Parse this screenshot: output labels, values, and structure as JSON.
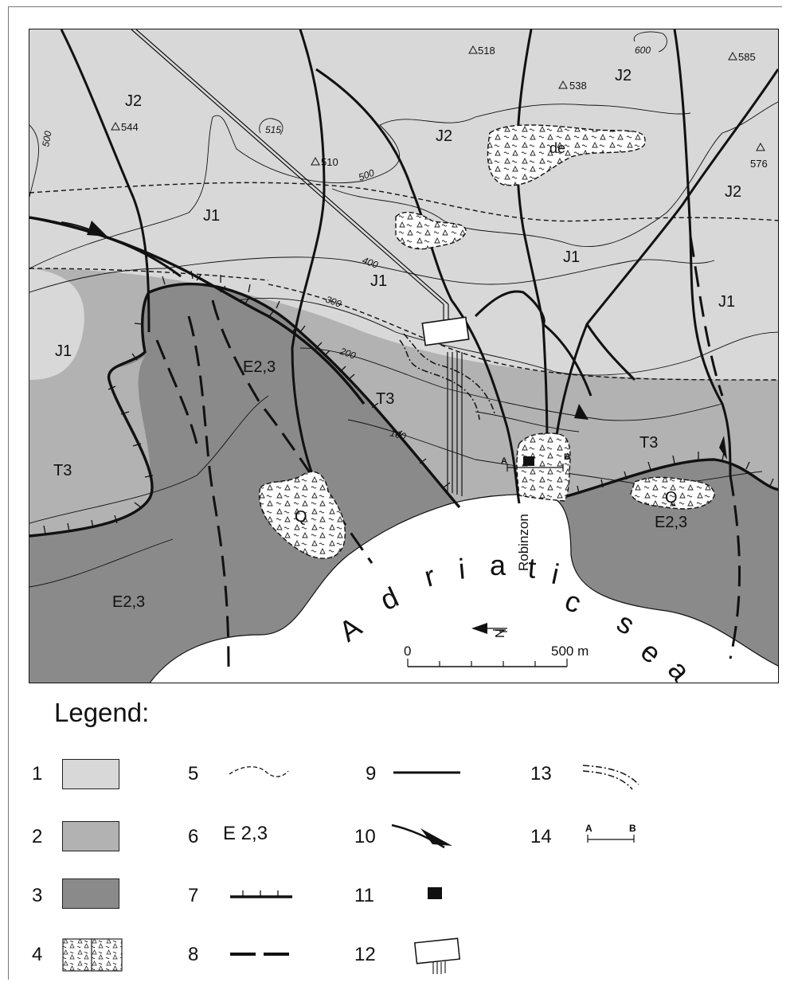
{
  "map": {
    "units": {
      "j2_a": "J2",
      "j2_b": "J2",
      "j2_c": "J2",
      "j2_d": "J2",
      "j1_a": "J1",
      "j1_b": "J1",
      "j1_c": "J1",
      "j1_d": "J1",
      "j1_e": "J1",
      "t3_a": "T3",
      "t3_b": "T3",
      "t3_c": "T3",
      "e_a": "E2,3",
      "e_b": "E2,3",
      "e_c": "E2,3",
      "q_a": "Q",
      "q_b": "Q",
      "de": "de"
    },
    "elevations": {
      "e518": "518",
      "e538": "538",
      "e585": "585",
      "e544": "544",
      "e510": "510",
      "e576": "576"
    },
    "contours": {
      "c500_left": "500",
      "c515": "515",
      "c600": "600",
      "c500": "500",
      "c400": "400",
      "c300": "300",
      "c200": "200",
      "c100": "100"
    },
    "place": "Robinzon",
    "sea_label": [
      "A",
      "d",
      "r",
      "i",
      "a",
      "t",
      "i",
      "c",
      "s",
      "e",
      "a"
    ],
    "section": {
      "a": "A",
      "b": "B"
    },
    "scale": {
      "start": "0",
      "end": "500 m"
    },
    "north": "N"
  },
  "legend": {
    "title": "Legend:",
    "items": [
      {
        "num": "1",
        "symbol": "light-gray-fill"
      },
      {
        "num": "2",
        "symbol": "medium-gray-fill"
      },
      {
        "num": "3",
        "symbol": "dark-gray-fill"
      },
      {
        "num": "4",
        "symbol": "breccia-pattern"
      },
      {
        "num": "5",
        "symbol": "dashed-thin-line"
      },
      {
        "num": "6",
        "symbol": "unit-label",
        "label": "E 2,3"
      },
      {
        "num": "7",
        "symbol": "thrust-line-ticks"
      },
      {
        "num": "8",
        "symbol": "dashed-thick-line"
      },
      {
        "num": "9",
        "symbol": "solid-thick-line"
      },
      {
        "num": "10",
        "symbol": "fault-arrow"
      },
      {
        "num": "11",
        "symbol": "black-square"
      },
      {
        "num": "12",
        "symbol": "tunnel-rectangle"
      },
      {
        "num": "13",
        "symbol": "dash-dot-double-line"
      },
      {
        "num": "14",
        "symbol": "section-line-ab",
        "a": "A",
        "b": "B"
      }
    ]
  },
  "colors": {
    "unit1": "#d8d8d8",
    "unit2": "#b2b2b2",
    "unit3": "#8a8a8a",
    "sea": "#ffffff",
    "line": "#111111"
  }
}
